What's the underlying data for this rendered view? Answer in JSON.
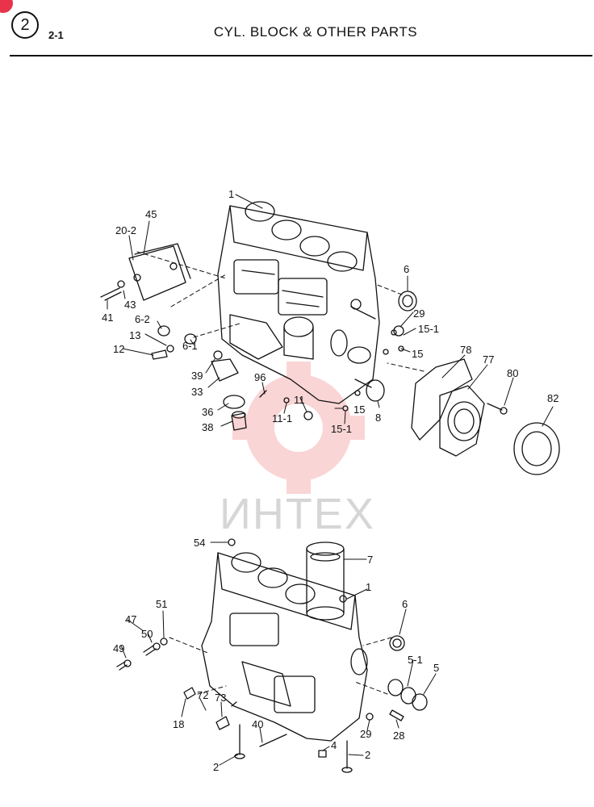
{
  "header": {
    "group_number": "2",
    "sub_number": "2-1",
    "title": "CYL. BLOCK & OTHER PARTS"
  },
  "watermark": {
    "text": "ИНТЕХ",
    "color": "#f4b8b8"
  },
  "upper_labels": {
    "p1": "1",
    "p45": "45",
    "p20_2": "20-2",
    "p43": "43",
    "p41": "41",
    "p6_2": "6-2",
    "p13": "13",
    "p12": "12",
    "p6_1": "6-1",
    "p39": "39",
    "p33": "33",
    "p96": "96",
    "p36": "36",
    "p38": "38",
    "p11_1": "11-1",
    "p11": "11",
    "p6": "6",
    "p29": "29",
    "p15_1a": "15-1",
    "p15a": "15",
    "p15b": "15",
    "p15_1b": "15-1",
    "p8": "8",
    "p78": "78",
    "p77": "77",
    "p80": "80",
    "p82": "82"
  },
  "lower_labels": {
    "p54": "54",
    "p7": "7",
    "p1": "1",
    "p51": "51",
    "p47": "47",
    "p50": "50",
    "p49": "49",
    "p6": "6",
    "p5_1": "5-1",
    "p5": "5",
    "p72": "72",
    "p73": "73",
    "p18": "18",
    "p40": "40",
    "p4": "4",
    "p29": "29",
    "p28": "28",
    "p2a": "2",
    "p2b": "2"
  }
}
